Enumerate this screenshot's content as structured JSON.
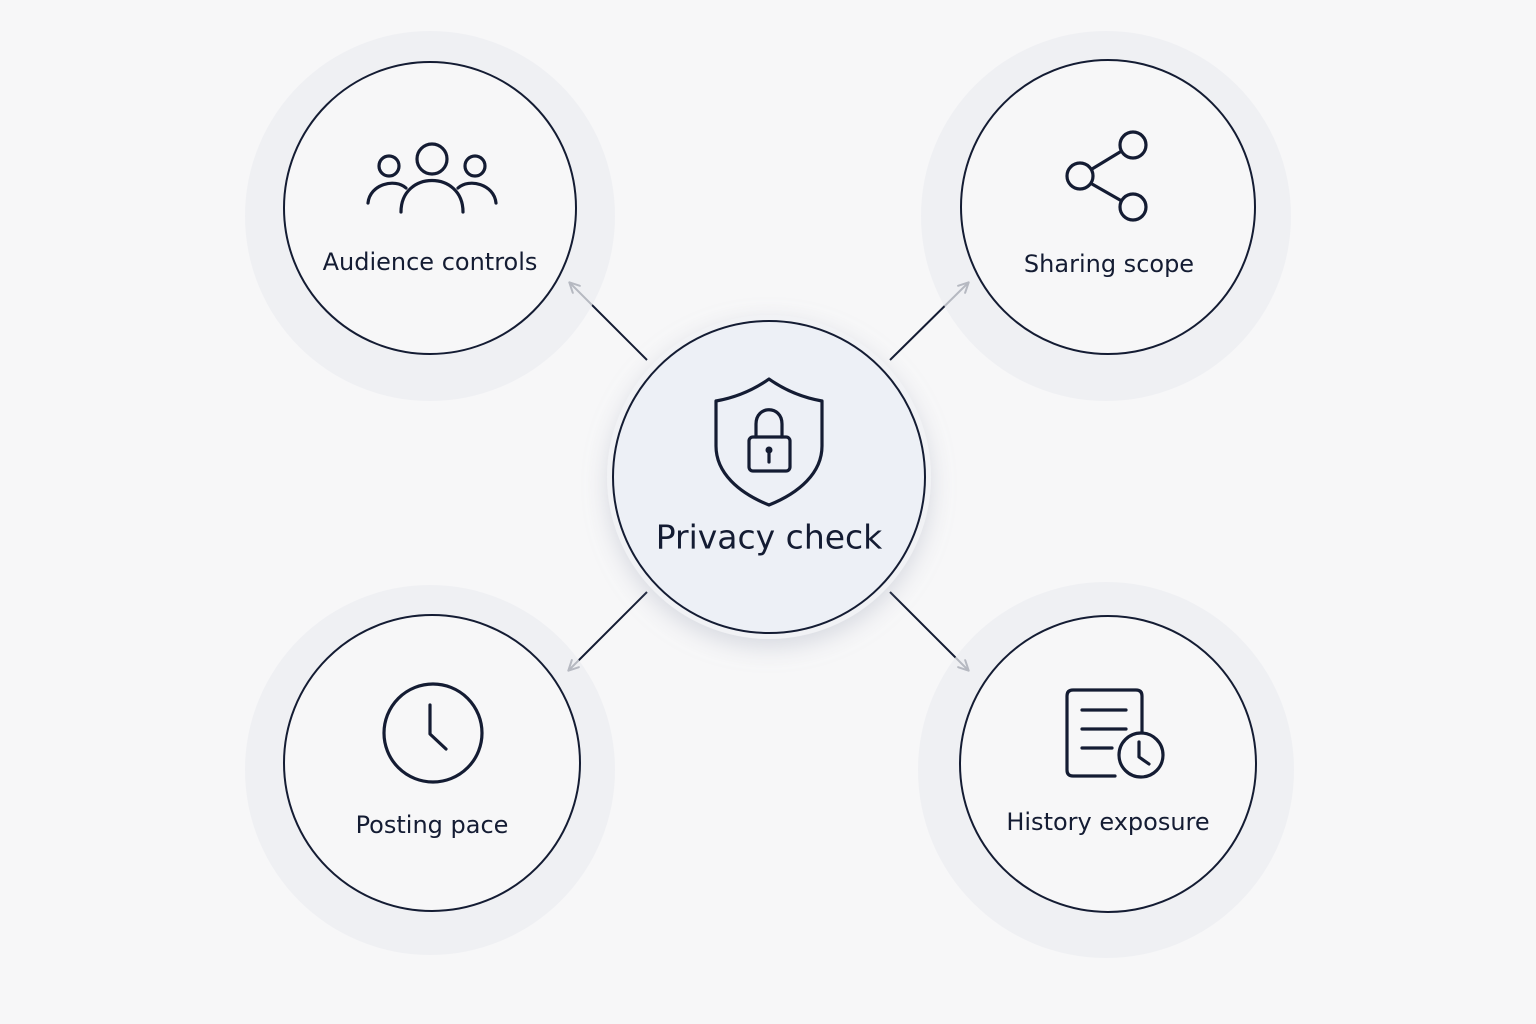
{
  "hub": {
    "label": "Privacy check",
    "icon": "shield-lock-icon"
  },
  "satellites": [
    {
      "id": "audience-controls",
      "label": "Audience controls",
      "icon": "people-group-icon"
    },
    {
      "id": "sharing-scope",
      "label": "Sharing scope",
      "icon": "share-icon"
    },
    {
      "id": "posting-pace",
      "label": "Posting pace",
      "icon": "clock-icon"
    },
    {
      "id": "history-exposure",
      "label": "History exposure",
      "icon": "document-clock-icon"
    }
  ],
  "colors": {
    "background": "#f7f7f8",
    "stroke": "#141c33",
    "hub_fill": "#edf0f6",
    "halo": "#eceef2",
    "node_fill": "#f7f7f8"
  }
}
